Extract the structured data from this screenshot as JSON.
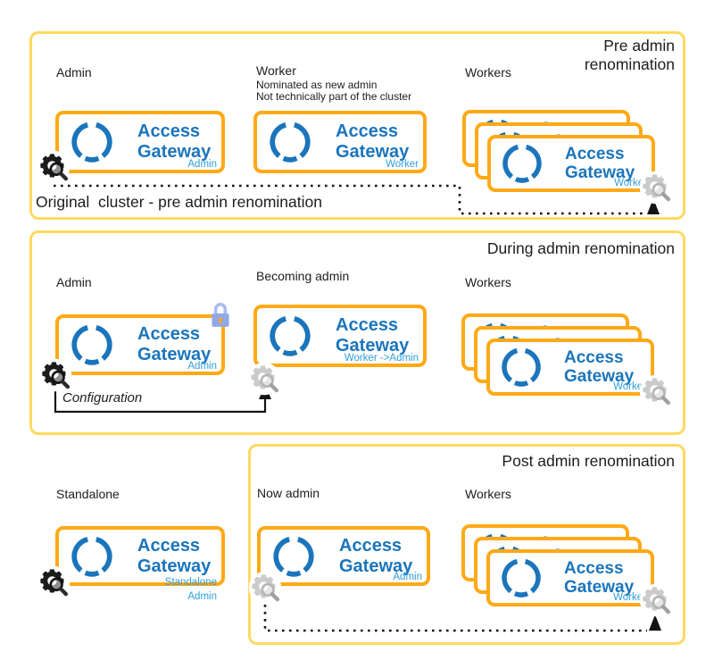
{
  "brand": {
    "line1": "Access",
    "line2": "Gateway"
  },
  "panel_pre": {
    "title": "Pre admin renomination",
    "admin_label": "Admin",
    "worker_label": "Worker",
    "worker_note1": "Nominated as new admin",
    "worker_note2": "Not technically part of the cluster",
    "workers_label": "Workers",
    "admin_box_role": "Admin",
    "worker_box_role": "Worker",
    "stack_box_role": "Worker",
    "caption": "Original  cluster - pre admin renomination"
  },
  "panel_during": {
    "title": "During admin renomination",
    "admin_label": "Admin",
    "becoming_label": "Becoming admin",
    "workers_label": "Workers",
    "admin_box_role": "Admin",
    "becoming_box_role": "Worker ->Admin",
    "stack_box_role": "Worker",
    "configuration_label": "Configuration"
  },
  "panel_post": {
    "title": "Post admin renomination",
    "standalone_label": "Standalone",
    "now_admin_label": "Now admin",
    "workers_label": "Workers",
    "standalone_box_role": "Standalone",
    "standalone_box_subrole": "Admin",
    "now_admin_box_role": "Admin",
    "stack_box_role": "Worker"
  },
  "icons": {
    "gear-magnifier-icon": "gear with magnifying glass (configuration/inspect)",
    "lock-icon": "padlock (configuration locked)",
    "arrowhead-icon": "filled triangle arrowhead"
  },
  "colors": {
    "panel-border": "#ffd95e",
    "box-border": "#ffa917",
    "brand": "#1b75bc",
    "role": "#2e9fdf",
    "text": "#1d1d1b",
    "line": "#141414",
    "lock-body": "#90a9e6",
    "lock-shackle": "#aabdee",
    "lock-keyhole": "#eda33c"
  }
}
